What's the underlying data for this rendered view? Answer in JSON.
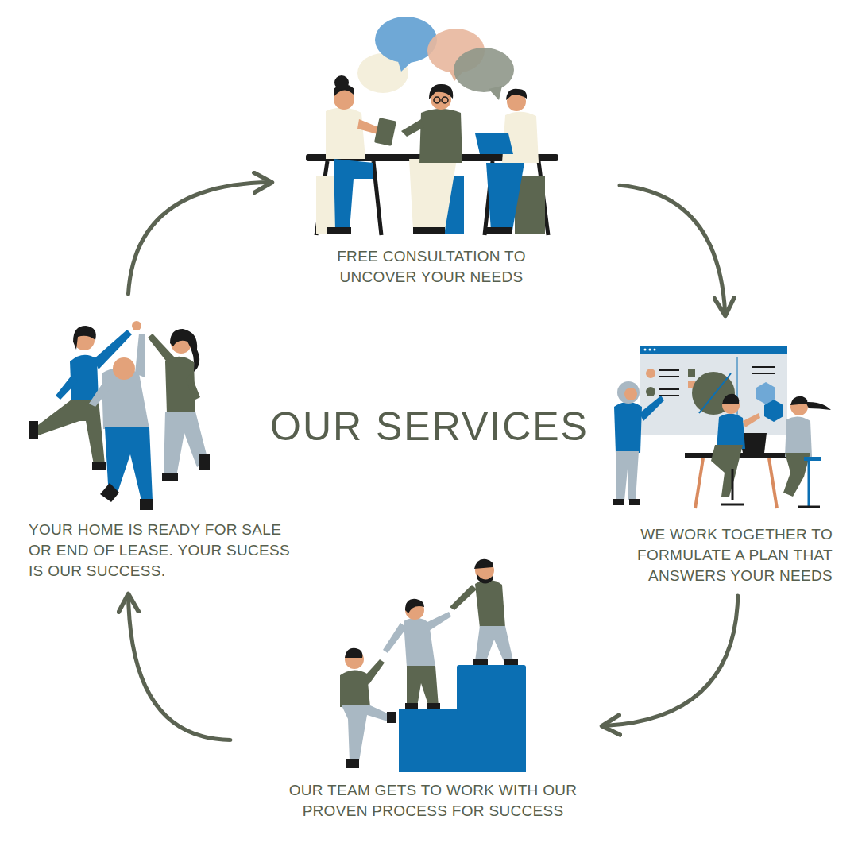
{
  "diagram": {
    "title": "OUR SERVICES",
    "nodes": [
      {
        "text": [
          "FREE CONSULTATION TO UNCOVER YOUR NEEDS"
        ]
      },
      {
        "text": [
          "WE WORK TOGETHER TO FORMULATE A PLAN THAT ANSWERS YOUR NEEDS"
        ]
      },
      {
        "text": [
          "OUR TEAM GETS TO WORK WITH OUR PROVEN PROCESS FOR SUCCESS"
        ]
      },
      {
        "text": [
          "YOUR HOME IS READY FOR SALE OR END OF LEASE. YOUR SUCESS IS OUR SUCCESS."
        ]
      }
    ],
    "edges": [
      {
        "from": 0,
        "to": 1,
        "arrow": "to"
      },
      {
        "from": 1,
        "to": 2,
        "arrow": "to"
      },
      {
        "from": 2,
        "to": 3,
        "arrow": "to"
      },
      {
        "from": 3,
        "to": 0,
        "arrow": "to"
      }
    ]
  }
}
